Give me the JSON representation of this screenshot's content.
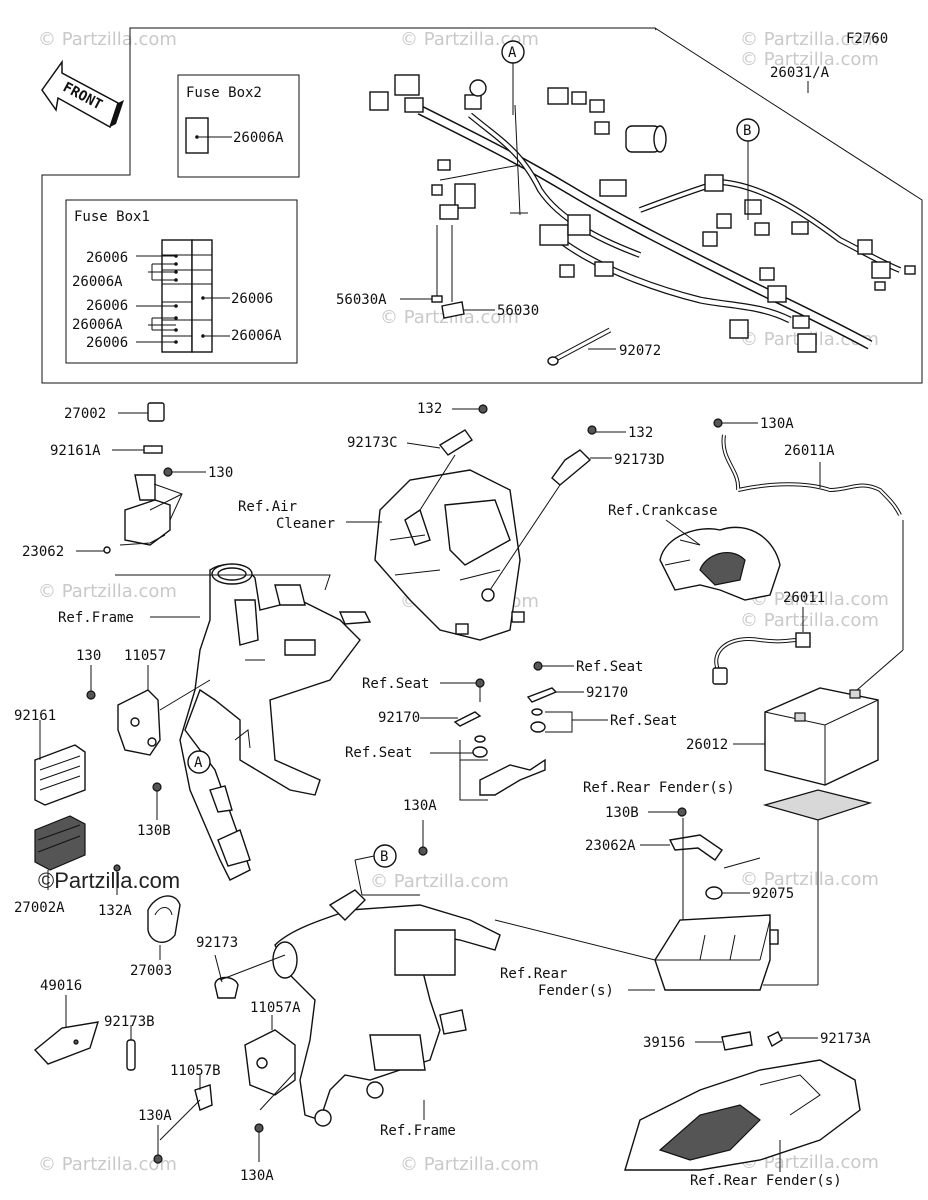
{
  "diagram_id": "F2760",
  "front_label": "FRONT",
  "fuse_box2": {
    "title": "Fuse Box2",
    "part": "26006A"
  },
  "fuse_box1": {
    "title": "Fuse Box1",
    "left_parts": [
      "26006",
      "26006A",
      "26006",
      "26006A",
      "26006"
    ],
    "right_parts": [
      "26006",
      "26006A"
    ]
  },
  "callouts": [
    "A",
    "B"
  ],
  "labels": {
    "harness": "26031/A",
    "p56030A": "56030A",
    "p56030": "56030",
    "p92072": "92072",
    "p27002": "27002",
    "p92161A": "92161A",
    "p130_top": "130",
    "p23062": "23062",
    "ref_frame_top": "Ref.Frame",
    "p130_l": "130",
    "p11057": "11057",
    "p92161": "92161",
    "p130B_l": "130B",
    "p27002A": "27002A",
    "p132A": "132A",
    "p27003": "27003",
    "p92173": "92173",
    "p49016": "49016",
    "p92173B": "92173B",
    "p11057A": "11057A",
    "p11057B": "11057B",
    "p130A_bl": "130A",
    "p130A_bm": "130A",
    "ref_frame_bottom": "Ref.Frame",
    "p132_a": "132",
    "p92173C": "92173C",
    "ref_air_1": "Ref.Air",
    "ref_air_2": "Cleaner",
    "p132_b": "132",
    "p92173D": "92173D",
    "ref_seat_1": "Ref.Seat",
    "ref_seat_2": "Ref.Seat",
    "p92170_a": "92170",
    "p92170_b": "92170",
    "ref_seat_3": "Ref.Seat",
    "ref_seat_4": "Ref.Seat",
    "p130A_mid": "130A",
    "ref_rear_1": "Ref.Rear",
    "ref_rear_2": "Fender(s)",
    "p130A_r": "130A",
    "p26011A": "26011A",
    "ref_crankcase": "Ref.Crankcase",
    "p26011": "26011",
    "p26012": "26012",
    "ref_rear_fender_top": "Ref.Rear Fender(s)",
    "p130B_r": "130B",
    "p23062A": "23062A",
    "p92075": "92075",
    "p39156": "39156",
    "p92173A": "92173A",
    "ref_rear_fender_bottom": "Ref.Rear Fender(s)"
  },
  "watermark": "© Partzilla.com",
  "brand_logo": "©Partzilla.com"
}
